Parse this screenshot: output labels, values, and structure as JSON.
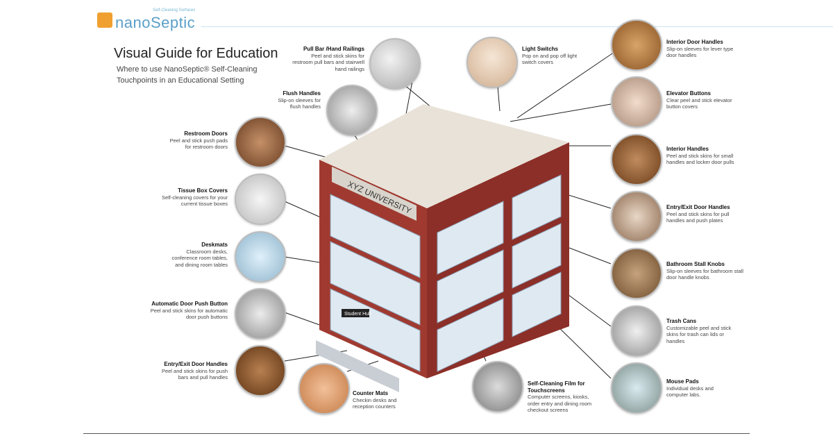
{
  "logo": {
    "name": "nanoSeptic",
    "tagline": "Self-Cleaning Surfaces"
  },
  "title": "Visual Guide for Education",
  "subtitle": "Where to use NanoSeptic® Self-Cleaning Touchpoints in an Educational Setting",
  "building": {
    "sign": "XYZ UNIVERSITY",
    "door_sign": "Student Hub"
  },
  "callouts": {
    "pull_bar": {
      "title": "Pull Bar /Hand Railings",
      "desc": "Peel and stick skins for restroom pull bars and stairwell hand railings"
    },
    "light_switches": {
      "title": "Light Switchs",
      "desc": "Pop on and pop off light switch covers"
    },
    "interior_door_handles": {
      "title": "Interior Door Handles",
      "desc": "Slip-on sleeves for lever type door handles"
    },
    "flush_handles": {
      "title": "Flush Handles",
      "desc": "Slip-on sleeves for flush handles"
    },
    "elevator_buttons": {
      "title": "Elevator Buttons",
      "desc": "Clear peel and stick elevator button covers"
    },
    "restroom_doors": {
      "title": "Restroom Doors",
      "desc": "Peel and stick push pads for restroom doors"
    },
    "interior_handles": {
      "title": "Interior Handles",
      "desc": "Peel and stick skins for small handles and locker door pulls"
    },
    "tissue_box": {
      "title": "Tissue Box Covers",
      "desc": "Self-cleaning covers for your current tissue boxes"
    },
    "entry_exit_right": {
      "title": "Entry/Exit Door Handles",
      "desc": "Peel and stick skins for pull handles and push plates"
    },
    "deskmats": {
      "title": "Deskmats",
      "desc": "Classroom desks, conference room tables, and dining room tables"
    },
    "bathroom_stall": {
      "title": "Bathroom Stall Knobs",
      "desc": "Slip-on sleeves for bathroom stall door handle knobs"
    },
    "auto_door": {
      "title": "Automatic Door Push Button",
      "desc": "Peel and stick skins for automatic door push buttons"
    },
    "trash_cans": {
      "title": "Trash Cans",
      "desc": "Customizable peel and stick skins for trash can lids or handles"
    },
    "entry_exit_left": {
      "title": "Entry/Exit Door Handles",
      "desc": "Peel and stick skins for push bars and pull handles"
    },
    "counter_mats": {
      "title": "Counter Mats",
      "desc": "Checkin desks and reception counters"
    },
    "touchscreens": {
      "title": "Self-Cleaning Film for Touchscreens",
      "desc": "Computer screens, kiosks, order entry and dining room checkout screens"
    },
    "mouse_pads": {
      "title": "Mouse Pads",
      "desc": "Individual desks and computer labs."
    }
  }
}
